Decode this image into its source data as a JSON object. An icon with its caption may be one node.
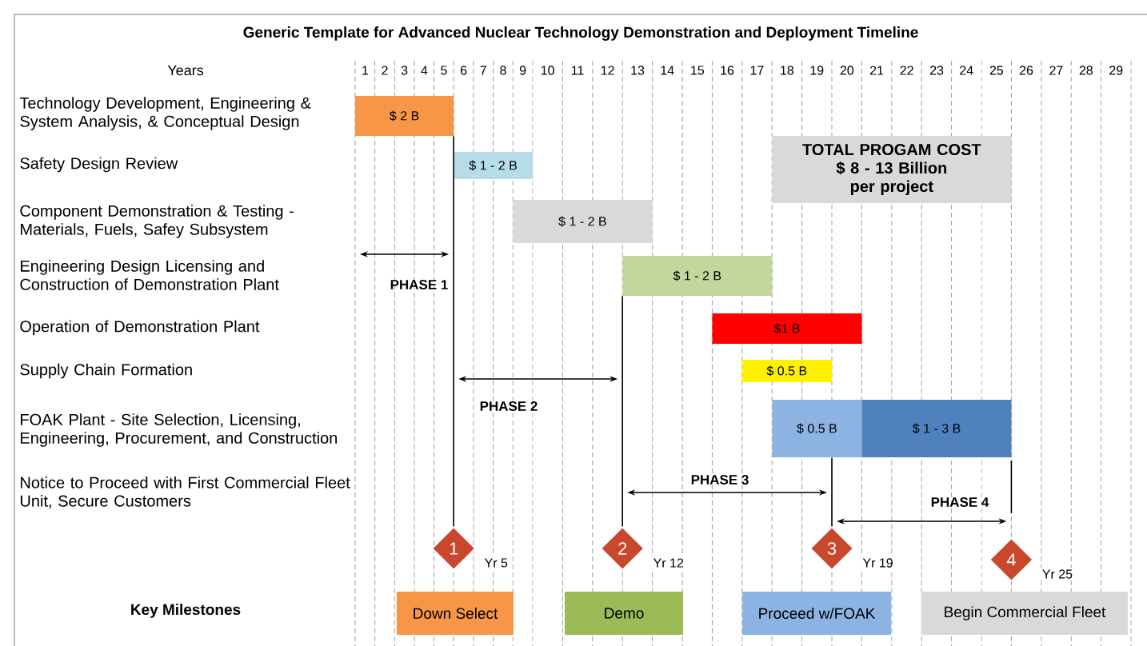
{
  "diagram": {
    "title": "Generic Template for Advanced Nuclear Technology Demonstration and Deployment Timeline",
    "nodes": [
      {
        "text": [
          "$ 2 B"
        ]
      },
      {
        "text": [
          "$ 1 - 2 B"
        ]
      },
      {
        "text": [
          "TOTAL PROGAM COST",
          "$ 8 - 13 Billion per project"
        ]
      },
      {
        "text": [
          "$ 1 - 2 B"
        ]
      },
      {
        "text": [
          "$ 1 - 2 B"
        ]
      },
      {
        "text": [
          "$1 B"
        ]
      },
      {
        "text": [
          "$ 0.5 B"
        ]
      },
      {
        "text": [
          "$ 0.5 B"
        ]
      },
      {
        "text": [
          "$ 1 - 3 B"
        ]
      },
      {
        "text": [
          "1"
        ],
        "beside": [
          "Yr 5"
        ]
      },
      {
        "text": [
          "2"
        ],
        "beside": [
          "Yr 12"
        ]
      },
      {
        "text": [
          "3"
        ],
        "beside": [
          "Yr 19"
        ]
      },
      {
        "text": [
          "4"
        ],
        "beside": [
          "Yr 25"
        ]
      },
      {
        "text": [
          "Down Select"
        ]
      },
      {
        "text": [
          "Demo"
        ]
      },
      {
        "text": [
          "Proceed w/FOAK"
        ]
      },
      {
        "text": [
          "Begin Commercial Fleet"
        ]
      }
    ],
    "edges": [
      {
        "from": 0,
        "to": 9,
        "arrow": "none"
      },
      {
        "from": 4,
        "to": 10,
        "arrow": "none"
      },
      {
        "from": 7,
        "to": 11,
        "arrow": "none"
      }
    ],
    "labels": [
      "Years",
      "1",
      "2",
      "3",
      "4",
      "5",
      "6",
      "7",
      "8",
      "9",
      "10",
      "11",
      "12",
      "13",
      "14",
      "15",
      "16",
      "17",
      "18",
      "19",
      "20",
      "21",
      "22",
      "23",
      "24",
      "25",
      "26",
      "27",
      "28",
      "29",
      "Technology Development, Engineering & System Analysis, & Conceptual Design",
      "Safety Design Review",
      "Component Demonstration & Testing - Materials, Fuels, Safey Subsystem",
      "Engineering Design Licensing and Construction of Demonstration Plant",
      "Operation of Demonstration Plant",
      "Supply Chain Formation",
      "FOAK Plant - Site Selection, Licensing, Engineering, Procurement, and Construction",
      "Notice to Proceed with First Commercial Fleet Unit, Secure Customers",
      "PHASE 1",
      "PHASE 2",
      "PHASE 3",
      "PHASE 4",
      "Key Milestones"
    ]
  }
}
